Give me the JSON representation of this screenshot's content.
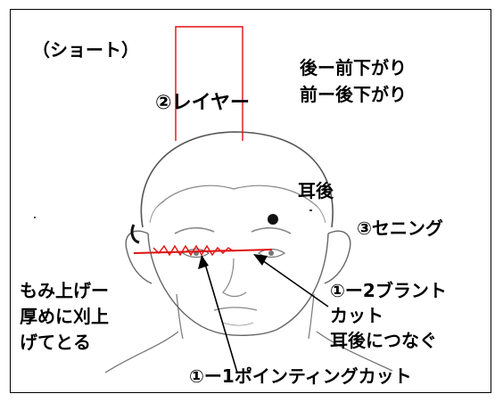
{
  "labels": {
    "category": "（ショート）",
    "layer": "②レイヤー",
    "back_front_down": "後ー前下がり",
    "front_back_down": "前ー後下がり",
    "behind_ear": "耳後",
    "thinning": "③セニング",
    "sideburns_line1": "もみ上げー",
    "sideburns_line2": "厚めに刈上",
    "sideburns_line3": "げてとる",
    "blunt_line1": "①ー2ブラント",
    "blunt_line2": "カット",
    "blunt_line3": "耳後につなぐ",
    "pointing_cut": "①ー1ポインティングカット"
  },
  "colors": {
    "cut_line": "#e01010",
    "text": "#000000",
    "sketch": "#6b6b6b"
  }
}
